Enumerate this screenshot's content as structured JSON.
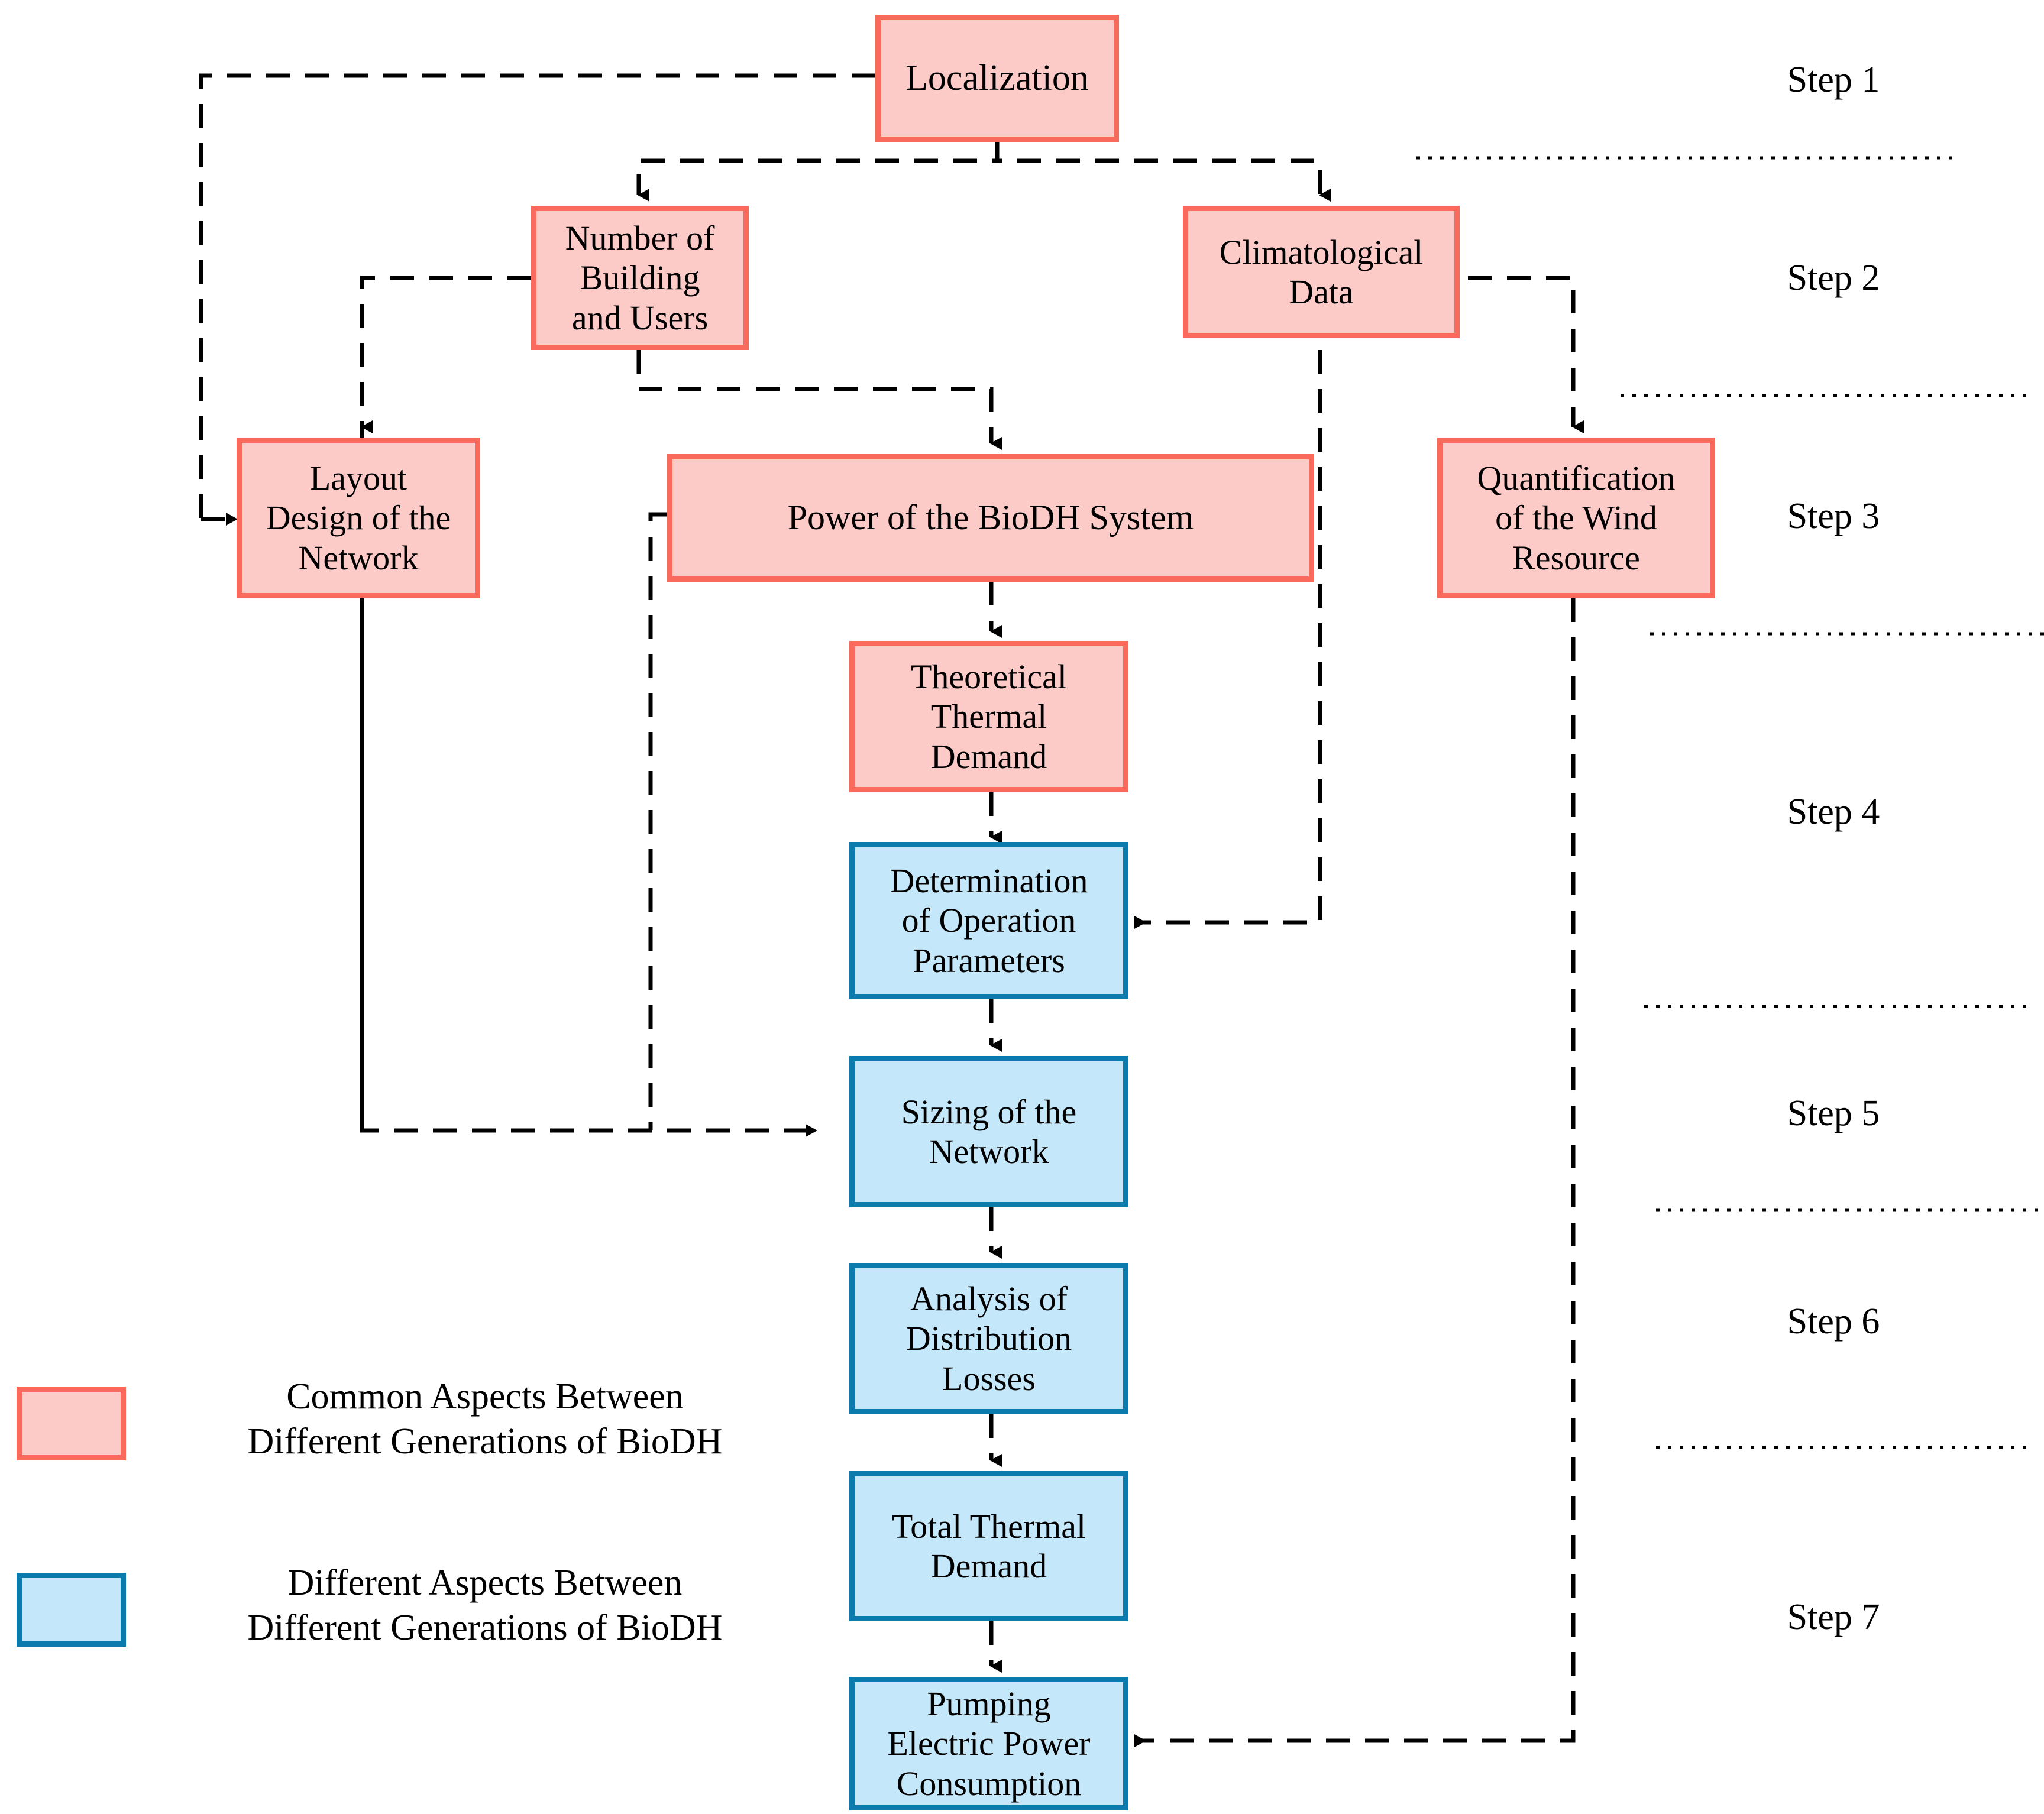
{
  "diagram": {
    "title_text": "",
    "colors": {
      "common_fill": "#FCCBC7",
      "common_border": "#F96A5C",
      "different_fill": "#C4E7F9",
      "different_border": "#0B7BAE",
      "connector": "#000000",
      "background": "#FFFFFF"
    },
    "nodes": [
      {
        "id": "localization",
        "label": "Localization",
        "lines": [
          "Localization"
        ],
        "category": "common",
        "step": "Step 1"
      },
      {
        "id": "buildings",
        "label": "Number of Building and Users",
        "lines": [
          "Number of",
          "Building",
          "and Users"
        ],
        "category": "common",
        "step": "Step 2"
      },
      {
        "id": "climate",
        "label": "Climatological Data",
        "lines": [
          "Climatological",
          "Data"
        ],
        "category": "common",
        "step": "Step 2"
      },
      {
        "id": "layout",
        "label": "Layout Design of the Network",
        "lines": [
          "Layout",
          "Design of the",
          "Network"
        ],
        "category": "common",
        "step": "Step 3"
      },
      {
        "id": "power",
        "label": "Power of the BioDH System",
        "lines": [
          "Power of the BioDH System"
        ],
        "category": "common",
        "step": "Step 3"
      },
      {
        "id": "wind",
        "label": "Quantification of the Wind Resource",
        "lines": [
          "Quantification",
          "of the Wind",
          "Resource"
        ],
        "category": "common",
        "step": "Step 3"
      },
      {
        "id": "theoretical",
        "label": "Theoretical Thermal Demand",
        "lines": [
          "Theoretical",
          "Thermal",
          "Demand"
        ],
        "category": "common",
        "step": "Step 4"
      },
      {
        "id": "operation",
        "label": "Determination of Operation Parameters",
        "lines": [
          "Determination",
          "of Operation",
          "Parameters"
        ],
        "category": "different",
        "step": "Step 4"
      },
      {
        "id": "sizing",
        "label": "Sizing of the Network",
        "lines": [
          "Sizing of the",
          "Network"
        ],
        "category": "different",
        "step": "Step 5"
      },
      {
        "id": "losses",
        "label": "Analysis of Distribution Losses",
        "lines": [
          "Analysis of",
          "Distribution",
          "Losses"
        ],
        "category": "different",
        "step": "Step 6"
      },
      {
        "id": "totaldemand",
        "label": "Total Thermal Demand",
        "lines": [
          "Total Thermal",
          "Demand"
        ],
        "category": "different",
        "step": "Step 7"
      },
      {
        "id": "pumping",
        "label": "Pumping Electric Power Consumption",
        "lines": [
          "Pumping",
          "Electric Power",
          "Consumption"
        ],
        "category": "different",
        "step": "Step 7"
      }
    ],
    "edges": [
      {
        "from": "localization",
        "to": "buildings"
      },
      {
        "from": "localization",
        "to": "climate"
      },
      {
        "from": "localization",
        "to": "layout"
      },
      {
        "from": "buildings",
        "to": "layout"
      },
      {
        "from": "buildings",
        "to": "power"
      },
      {
        "from": "buildings",
        "to": "sizing"
      },
      {
        "from": "climate",
        "to": "wind"
      },
      {
        "from": "climate",
        "to": "operation"
      },
      {
        "from": "power",
        "to": "theoretical"
      },
      {
        "from": "power",
        "to": "sizing"
      },
      {
        "from": "layout",
        "to": "sizing"
      },
      {
        "from": "theoretical",
        "to": "operation"
      },
      {
        "from": "operation",
        "to": "sizing"
      },
      {
        "from": "sizing",
        "to": "losses"
      },
      {
        "from": "losses",
        "to": "totaldemand"
      },
      {
        "from": "totaldemand",
        "to": "pumping"
      },
      {
        "from": "wind",
        "to": "pumping"
      }
    ],
    "steps": [
      {
        "id": "step1",
        "label": "Step 1"
      },
      {
        "id": "step2",
        "label": "Step 2"
      },
      {
        "id": "step3",
        "label": "Step 3"
      },
      {
        "id": "step4",
        "label": "Step 4"
      },
      {
        "id": "step5",
        "label": "Step 5"
      },
      {
        "id": "step6",
        "label": "Step 6"
      },
      {
        "id": "step7",
        "label": "Step 7"
      }
    ],
    "legend": [
      {
        "id": "legend-common",
        "swatch": "common",
        "lines": [
          "Common Aspects Between",
          "Different Generations of BioDH"
        ]
      },
      {
        "id": "legend-different",
        "swatch": "different",
        "lines": [
          "Different Aspects Between",
          "Different Generations of BioDH"
        ]
      }
    ]
  }
}
